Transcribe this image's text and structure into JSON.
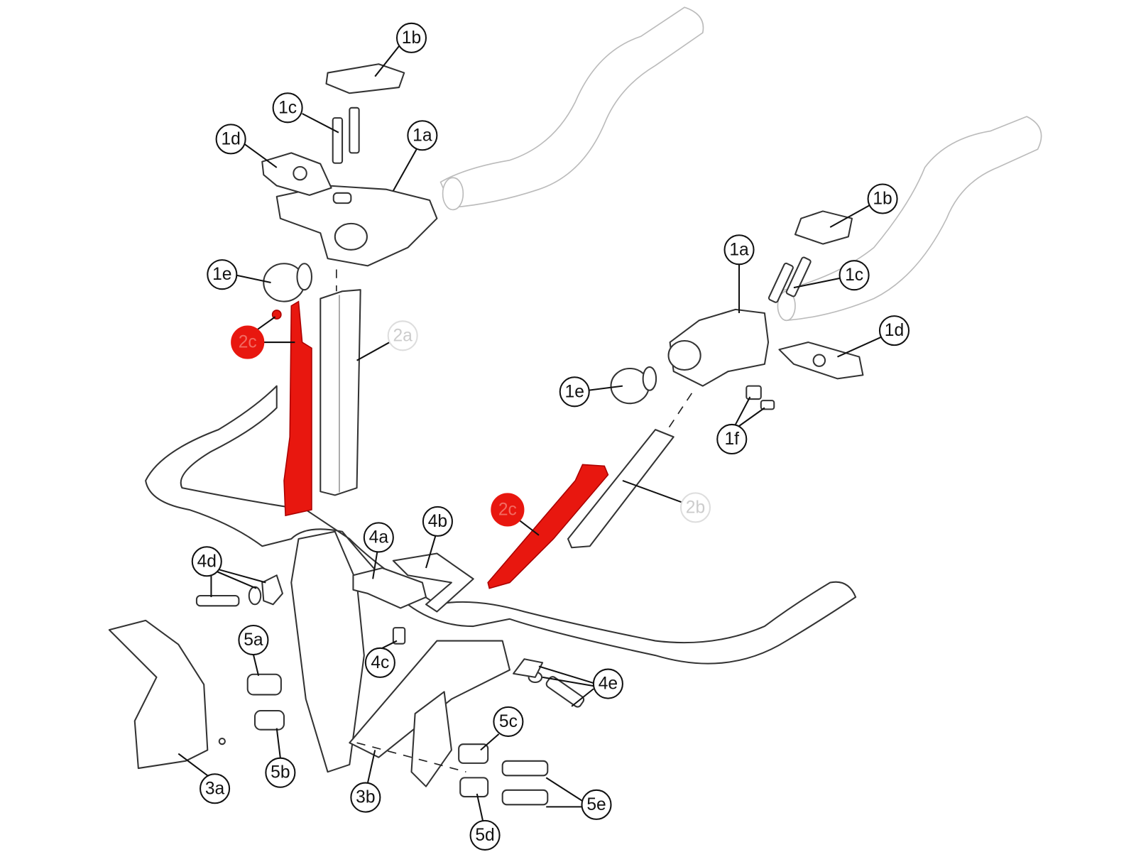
{
  "diagram": {
    "title": "Aerobar cockpit exploded parts view",
    "highlight_color": "#e8170f",
    "callouts": {
      "left_1b": "1b",
      "left_1c": "1c",
      "left_1d": "1d",
      "left_1a": "1a",
      "left_1e": "1e",
      "left_2c": "2c",
      "left_2a": "2a",
      "right_1b": "1b",
      "right_1a": "1a",
      "right_1c": "1c",
      "right_1d": "1d",
      "right_1e": "1e",
      "right_1f": "1f",
      "right_2c": "2c",
      "right_2b": "2b",
      "p4a": "4a",
      "p4b": "4b",
      "p4c": "4c",
      "p4d": "4d",
      "p4e": "4e",
      "p5a": "5a",
      "p5b": "5b",
      "p5c": "5c",
      "p5d": "5d",
      "p5e": "5e",
      "p3a": "3a",
      "p3b": "3b"
    }
  }
}
